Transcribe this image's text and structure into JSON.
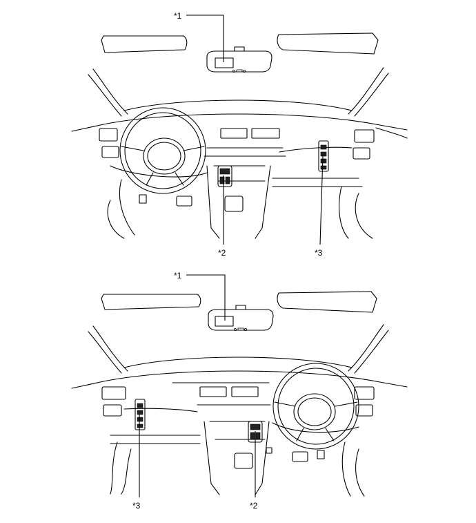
{
  "callouts": {
    "mirror": "*1",
    "shift_switch": "*2",
    "window_switch": "*3"
  },
  "icons": {
    "top_view": "lhd-cockpit-drawing",
    "bottom_view": "rhd-cockpit-drawing"
  }
}
